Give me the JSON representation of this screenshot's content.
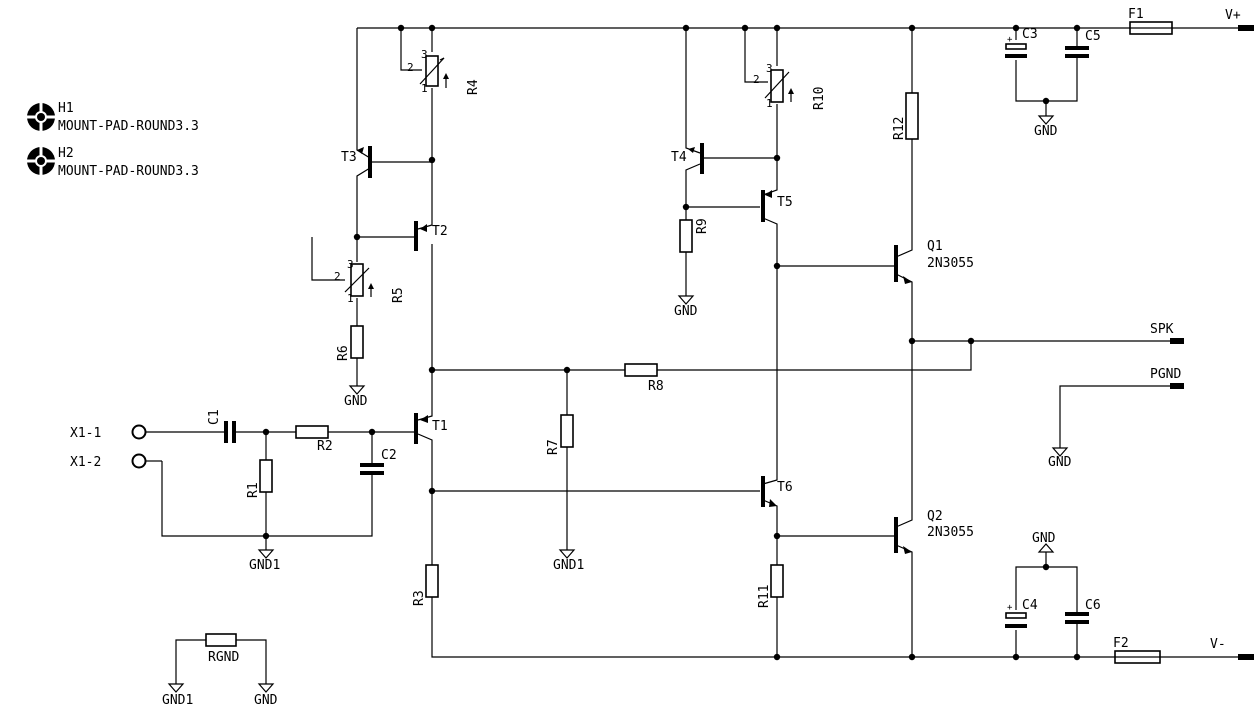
{
  "labels": {
    "H1": "H1",
    "H1_val": "MOUNT-PAD-ROUND3.3",
    "H2": "H2",
    "H2_val": "MOUNT-PAD-ROUND3.3",
    "R4": "R4",
    "R5": "R5",
    "R10": "R10",
    "R12": "R12",
    "T1": "T1",
    "T2": "T2",
    "T3": "T3",
    "T4": "T4",
    "T5": "T5",
    "T6": "T6",
    "Q1": "Q1",
    "Q1_val": "2N3055",
    "Q2": "Q2",
    "Q2_val": "2N3055",
    "R1": "R1",
    "R2": "R2",
    "R3": "R3",
    "R6": "R6",
    "R7": "R7",
    "R8": "R8",
    "R9": "R9",
    "R11": "R11",
    "C1": "C1",
    "C2": "C2",
    "C3": "C3",
    "C4": "C4",
    "C5": "C5",
    "C6": "C6",
    "F1": "F1",
    "F2": "F2",
    "RGND": "RGND",
    "Vplus": "V+",
    "Vminus": "V-",
    "SPK": "SPK",
    "PGND": "PGND",
    "X1_1": "X1-1",
    "X1_2": "X1-2",
    "GND": "GND",
    "GND1": "GND1",
    "pin1": "1",
    "pin2": "2",
    "pin3": "3",
    "plus": "+"
  }
}
